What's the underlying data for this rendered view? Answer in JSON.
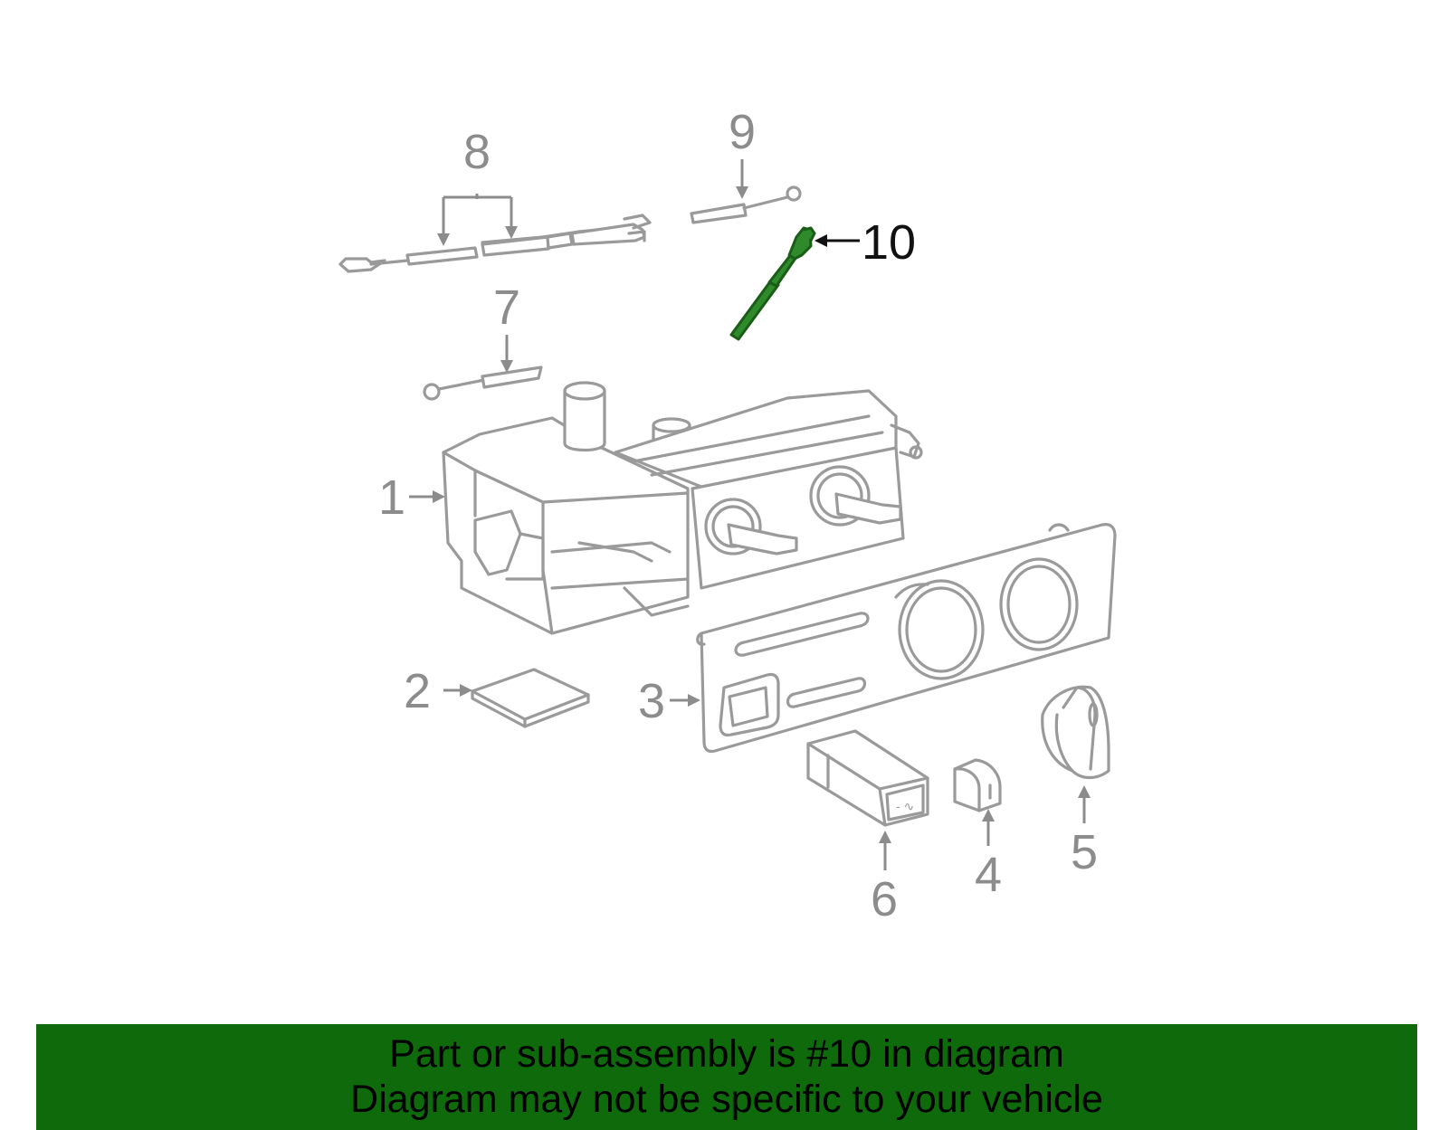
{
  "diagram": {
    "callouts": [
      "1",
      "2",
      "3",
      "4",
      "5",
      "6",
      "7",
      "8",
      "9",
      "10"
    ],
    "highlighted_callout": "10",
    "highlight_color": "#2f8a2b",
    "part_color": "#9a9a9a"
  },
  "footer": {
    "line1": "Part or sub-assembly is #10 in diagram",
    "line2": "Diagram may not be specific to your vehicle",
    "background_color": "#0f6a0b"
  }
}
